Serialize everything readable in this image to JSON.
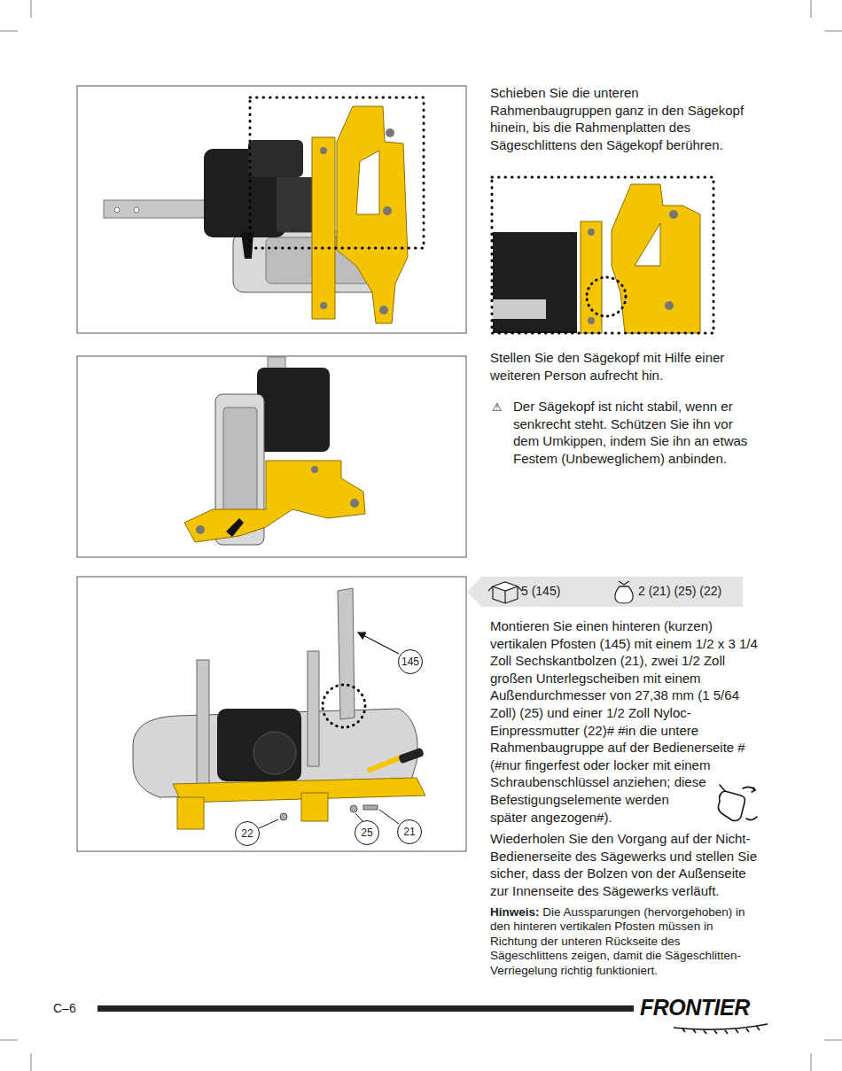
{
  "diagram": {
    "nodes": [
      {
        "text": [
          "5 (145)",
          "2 (21) (25) (22)"
        ]
      },
      {
        "text": [
          "145"
        ]
      },
      {
        "text": [
          "22"
        ]
      },
      {
        "text": [
          "25"
        ]
      },
      {
        "text": [
          "21"
        ]
      }
    ],
    "labels": [
      "Schieben Sie die unteren Rahmenbaugruppen ganz in den Sägekopf hinein, bis die Rahmenplatten des Sägeschlittens den Sägekopf berühren.",
      "Stellen Sie den Sägekopf mit Hilfe einer weiteren Person aufrecht hin.",
      "⚠",
      "Der Sägekopf ist nicht stabil, wenn er senkrecht steht. Schützen Sie ihn vor dem Umkippen, indem Sie ihn an etwas Festem (Unbeweglichem) anbinden.",
      "Montieren Sie einen hinteren (kurzen) vertikalen Pfosten (145) mit einem 1/2 x 3 1/4 Zoll Sechskantbolzen (21), zwei 1/2 Zoll großen Unterlegscheiben mit einem Außendurchmesser von 27,38 mm (1 5/64 Zoll) (25) und einer 1/2 Zoll Nyloc-Einpressmutter (22)# #in die untere Rahmenbaugruppe auf der Bedienerseite #(#nur fingerfest oder locker mit einem Schraubenschlüssel anziehen; diese Befestigungselemente werden später angezogen#).",
      "Wiederholen Sie den Vorgang auf der Nicht-Bedienerseite des Sägewerks und stellen Sie sicher, dass der Bolzen von der Außenseite zur Innenseite des Sägewerks verläuft.",
      "Hinweis:",
      "Die Aussparungen (hervorgehoben) in den hinteren vertikalen Pfosten müssen in Richtung der unteren Rückseite des Sägeschlittens zeigen, damit die Sägeschlitten-Verriegelung richtig funktioniert.",
      "C–6",
      "FRONTIER"
    ]
  }
}
